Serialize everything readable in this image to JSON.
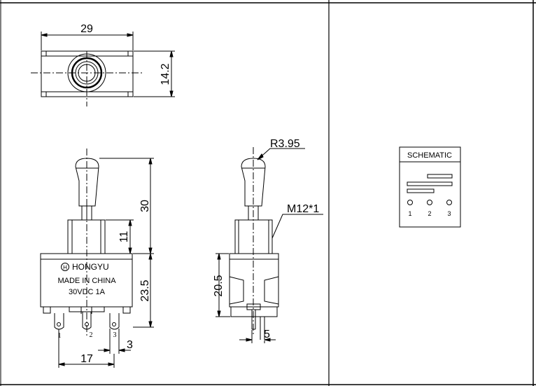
{
  "top_view": {
    "width_dim": "29",
    "height_dim": "14.2"
  },
  "front_view": {
    "height_total": "30",
    "bushing_dim": "11",
    "body_dim": "23.5",
    "pin_spacing": "17",
    "pin_offset": "3",
    "brand": "HONGYU",
    "brand_logo": "H",
    "origin": "MADE IN CHINA",
    "rating": "30VDC 1A",
    "pins": [
      "1",
      "2",
      "3"
    ]
  },
  "side_view": {
    "radius": "R3.95",
    "thread": "M12*1",
    "body_dim": "20.5",
    "terminal_dim": "5"
  },
  "schematic": {
    "title": "SCHEMATIC",
    "pins": [
      "1",
      "2",
      "3"
    ]
  }
}
